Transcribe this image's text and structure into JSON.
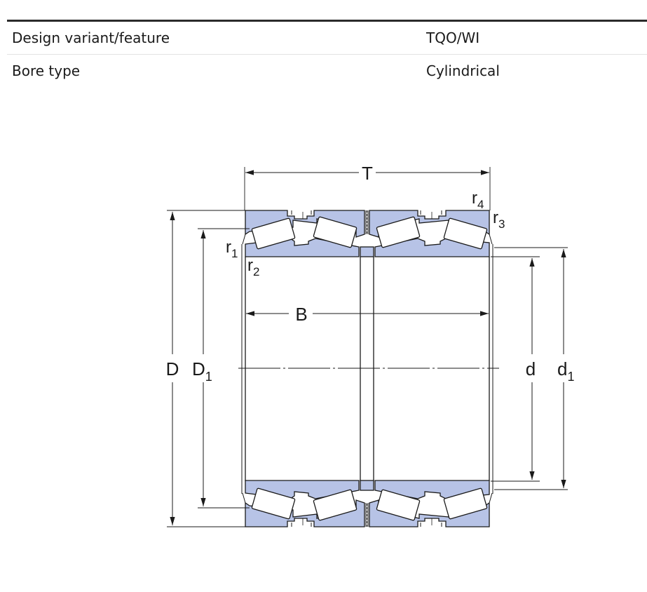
{
  "specs": [
    {
      "label": "Design variant/feature",
      "value": "TQO/WI"
    },
    {
      "label": "Bore type",
      "value": "Cylindrical"
    }
  ],
  "diagram": {
    "labels": {
      "T": "T",
      "B": "B",
      "D": "D",
      "D1": "D",
      "D1_sub": "1",
      "d": "d",
      "d1": "d",
      "d1_sub": "1",
      "r1": "r",
      "r1_sub": "1",
      "r2": "r",
      "r2_sub": "2",
      "r3": "r",
      "r3_sub": "3",
      "r4": "r",
      "r4_sub": "4"
    },
    "colors": {
      "ring_fill": "#b7c3e6",
      "line": "#1a1a1a",
      "background": "#ffffff"
    }
  }
}
